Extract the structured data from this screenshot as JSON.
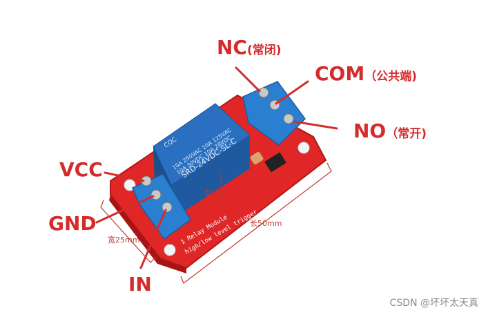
{
  "labels": {
    "nc": {
      "main": "NC",
      "sub": "(常闭)"
    },
    "com": {
      "main": "COM",
      "sub": "（公共端)"
    },
    "no": {
      "main": "NO",
      "sub": "（常开)"
    },
    "vcc": {
      "main": "VCC"
    },
    "gnd": {
      "main": "GND"
    },
    "in": {
      "main": "IN"
    }
  },
  "dimensions": {
    "width": "宽25mm",
    "length": "长50mm",
    "height": "高18.5mm"
  },
  "relay": {
    "model": "SRD-24VDC-SL-C",
    "rating_1": "10A 250VAC  10A 125VAC",
    "rating_2": "10A 30VDC   10A 28VDC",
    "logo": "CQC"
  },
  "board": {
    "silk_1": "1 Relay Module",
    "silk_2": "high/low level trigger"
  },
  "watermark": "CSDN @坏坏太天真",
  "colors": {
    "label": "#d42b2b",
    "pcb": "#e02626",
    "relay": "#2a6fc0",
    "terminal": "#2a7fd0"
  }
}
